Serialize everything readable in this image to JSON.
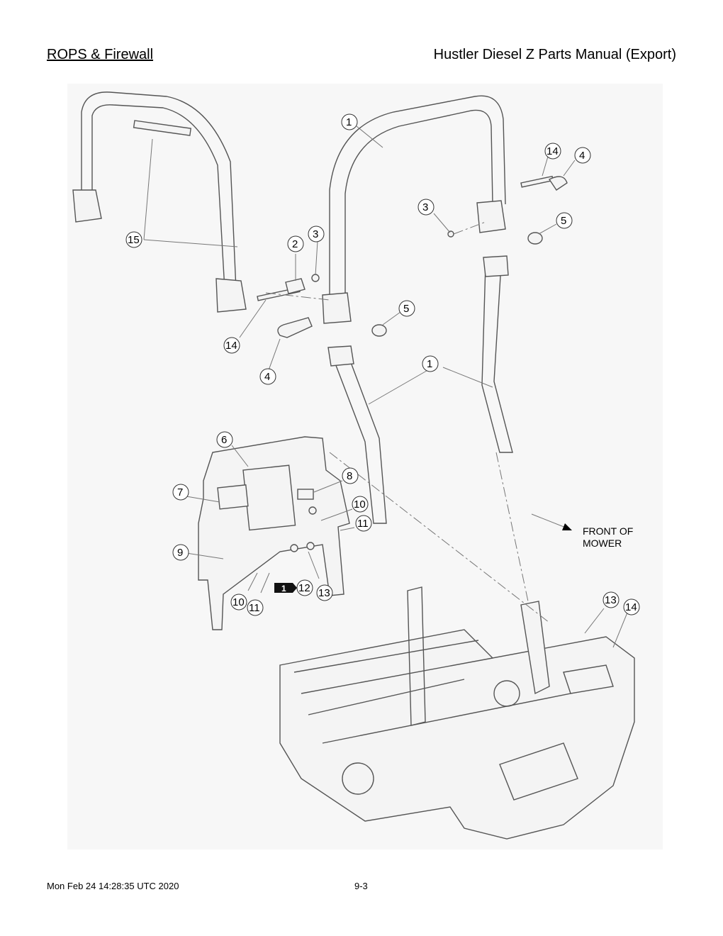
{
  "header": {
    "section_title": "ROPS & Firewall",
    "manual_title": "Hustler Diesel Z Parts Manual (Export)"
  },
  "figure": {
    "callouts": [
      "1",
      "1",
      "2",
      "3",
      "3",
      "4",
      "4",
      "5",
      "5",
      "6",
      "7",
      "8",
      "9",
      "10",
      "10",
      "11",
      "11",
      "12",
      "13",
      "13",
      "14",
      "14",
      "14",
      "15"
    ],
    "direction_label_line1": "FRONT OF",
    "direction_label_line2": "MOWER",
    "kit_badge": "1"
  },
  "footer": {
    "timestamp": "Mon Feb 24 14:28:35 UTC 2020",
    "page_number": "9-3"
  }
}
